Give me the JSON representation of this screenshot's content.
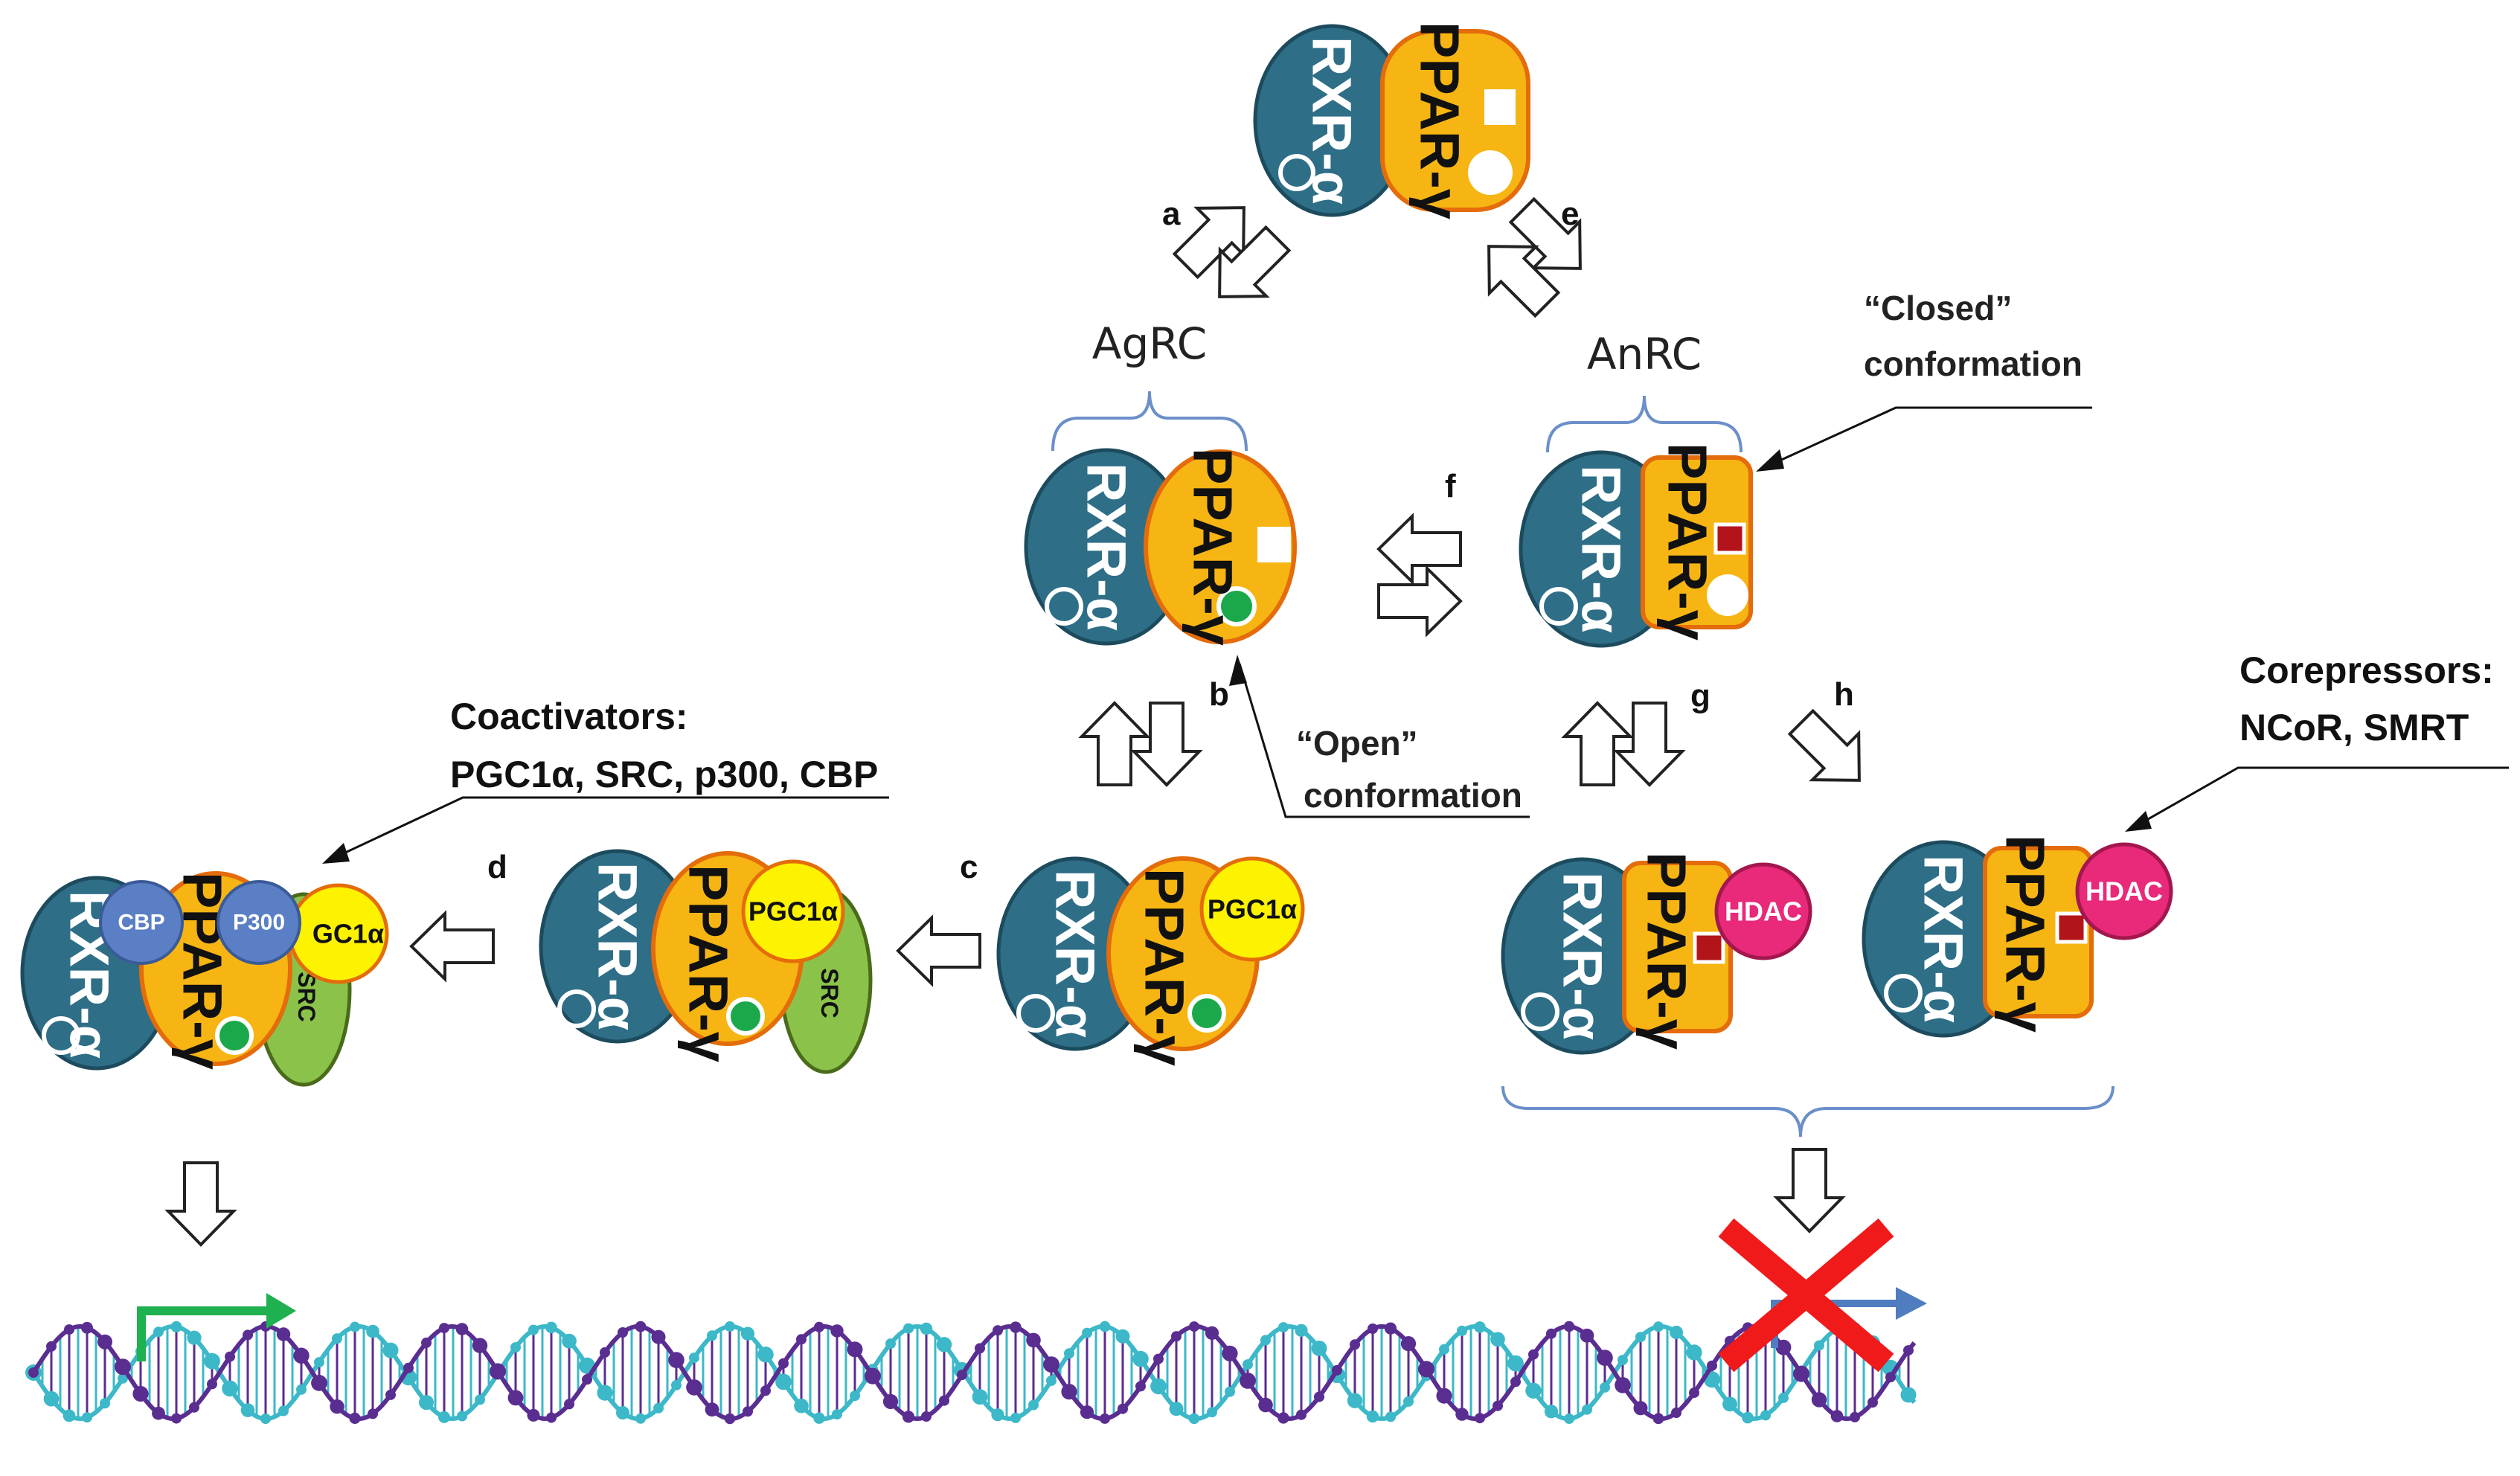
{
  "labels": {
    "rxr": "RXR-α",
    "ppar": "PPAR-γ",
    "pgc1a": "PGC1α",
    "gc1a": "GC1α",
    "src": "SRC",
    "cbp": "CBP",
    "p300": "P300",
    "hdac": "HDAC"
  },
  "steps": {
    "a": "a",
    "b": "b",
    "c": "c",
    "d": "d",
    "e": "e",
    "f": "f",
    "g": "g",
    "h": "h"
  },
  "headings": {
    "agrc": "AgRC",
    "anrc": "AnRC"
  },
  "notes": {
    "closed_line1": "“Closed”",
    "closed_line2": "conformation",
    "open_line1": "“Open”",
    "open_line2": "conformation",
    "coactivators_line1": "Coactivators:",
    "coactivators_line2": "PGC1α, SRC, p300, CBP",
    "corepressors_line1": "Corepressors:",
    "corepressors_line2": "NCoR, SMRT"
  },
  "colors": {
    "rxr": "#2e6e87",
    "ppar": "#f6b512",
    "pgc1a": "#fdf200",
    "src": "#8bc34a",
    "cbp_p300": "#5b7fc4",
    "hdac": "#e9297a",
    "agonist": "#1aa84b",
    "antagonist": "#b3141a",
    "activation_arrow": "#1fb04f",
    "blocked_cross": "#f01a1a",
    "blocked_arrow": "#4f7dbf",
    "dna_strand_a": "#3cb8c8",
    "dna_strand_b": "#5a2d91"
  }
}
